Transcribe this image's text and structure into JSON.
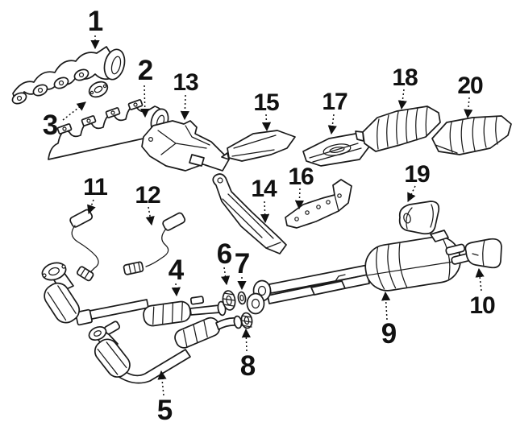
{
  "page": {
    "background_color": "#ffffff",
    "ink_color": "#1a1a1a"
  },
  "diagram": {
    "type": "exploded-parts-line-drawing",
    "callouts": [
      {
        "label": "1"
      },
      {
        "label": "2"
      },
      {
        "label": "3"
      },
      {
        "label": "4"
      },
      {
        "label": "5"
      },
      {
        "label": "6"
      },
      {
        "label": "7"
      },
      {
        "label": "8"
      },
      {
        "label": "9"
      },
      {
        "label": "10"
      },
      {
        "label": "11"
      },
      {
        "label": "12"
      },
      {
        "label": "13"
      },
      {
        "label": "14"
      },
      {
        "label": "15"
      },
      {
        "label": "16"
      },
      {
        "label": "17"
      },
      {
        "label": "18"
      },
      {
        "label": "19"
      },
      {
        "label": "20"
      }
    ]
  }
}
